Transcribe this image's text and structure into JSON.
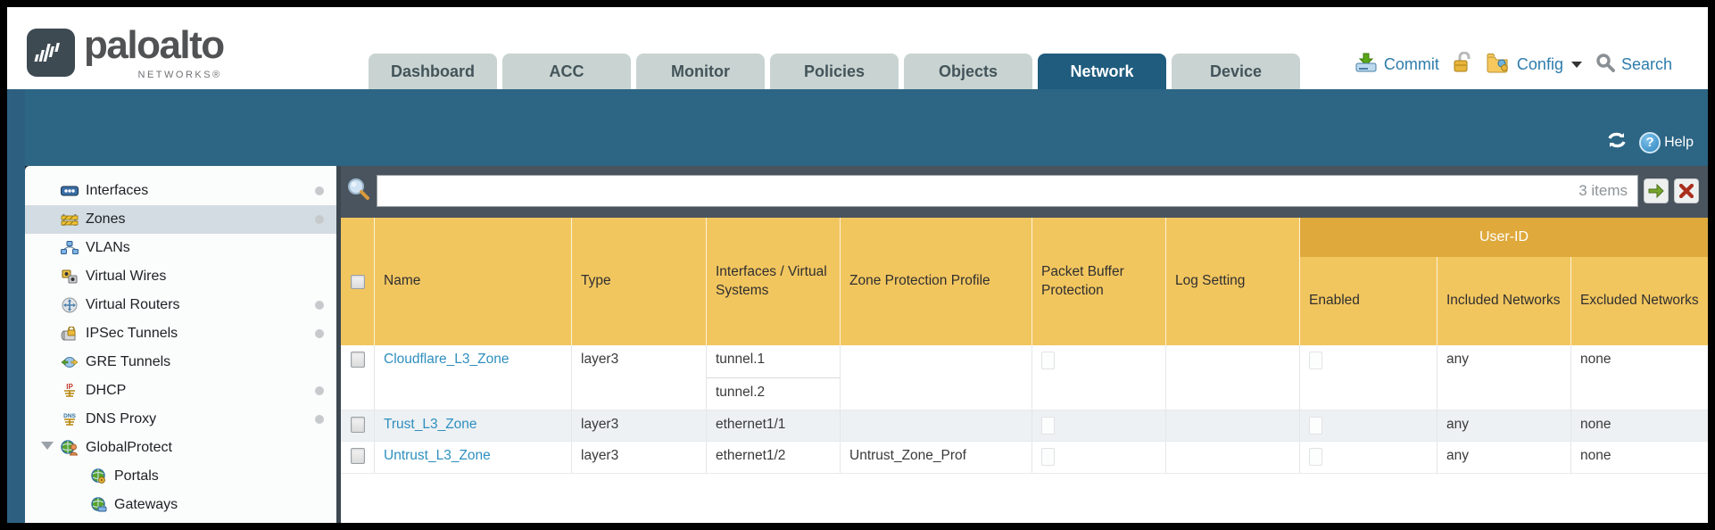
{
  "header": {
    "logo": {
      "brand": "paloalto",
      "sub": "NETWORKS®"
    },
    "tabs": [
      {
        "label": "Dashboard",
        "active": false
      },
      {
        "label": "ACC",
        "active": false
      },
      {
        "label": "Monitor",
        "active": false
      },
      {
        "label": "Policies",
        "active": false
      },
      {
        "label": "Objects",
        "active": false
      },
      {
        "label": "Network",
        "active": true
      },
      {
        "label": "Device",
        "active": false
      }
    ],
    "actions": {
      "commit": "Commit",
      "config": "Config",
      "search": "Search"
    }
  },
  "toolbar": {
    "help": "Help"
  },
  "sidebar": {
    "items": [
      {
        "label": "Interfaces",
        "selected": false,
        "dot": true
      },
      {
        "label": "Zones",
        "selected": true,
        "dot": true
      },
      {
        "label": "VLANs",
        "selected": false,
        "dot": false
      },
      {
        "label": "Virtual Wires",
        "selected": false,
        "dot": false
      },
      {
        "label": "Virtual Routers",
        "selected": false,
        "dot": true
      },
      {
        "label": "IPSec Tunnels",
        "selected": false,
        "dot": true
      },
      {
        "label": "GRE Tunnels",
        "selected": false,
        "dot": false
      },
      {
        "label": "DHCP",
        "selected": false,
        "dot": true
      },
      {
        "label": "DNS Proxy",
        "selected": false,
        "dot": true
      },
      {
        "label": "GlobalProtect",
        "selected": false,
        "dot": false,
        "expanded": true
      },
      {
        "label": "Portals",
        "selected": false,
        "dot": false,
        "indent": true
      },
      {
        "label": "Gateways",
        "selected": false,
        "dot": false,
        "indent": true
      }
    ]
  },
  "filter": {
    "value": "",
    "count": "3 items"
  },
  "table": {
    "user_id_header": "User-ID",
    "columns": {
      "name": "Name",
      "type": "Type",
      "interfaces": "Interfaces / Virtual Systems",
      "zone_protection_profile": "Zone Protection Profile",
      "packet_buffer_protection": "Packet Buffer Protection",
      "log_setting": "Log Setting",
      "enabled": "Enabled",
      "included_networks": "Included Networks",
      "excluded_networks": "Excluded Networks"
    },
    "rows": [
      {
        "name": "Cloudflare_L3_Zone",
        "type": "layer3",
        "interfaces": [
          "tunnel.1",
          "tunnel.2"
        ],
        "zone_protection_profile": "",
        "packet_buffer_protection": false,
        "log_setting": "",
        "enabled": false,
        "included_networks": "any",
        "excluded_networks": "none"
      },
      {
        "name": "Trust_L3_Zone",
        "type": "layer3",
        "interfaces": [
          "ethernet1/1"
        ],
        "zone_protection_profile": "",
        "packet_buffer_protection": false,
        "log_setting": "",
        "enabled": false,
        "included_networks": "any",
        "excluded_networks": "none"
      },
      {
        "name": "Untrust_L3_Zone",
        "type": "layer3",
        "interfaces": [
          "ethernet1/2"
        ],
        "zone_protection_profile": "Untrust_Zone_Prof",
        "packet_buffer_protection": false,
        "log_setting": "",
        "enabled": false,
        "included_networks": "any",
        "excluded_networks": "none"
      }
    ]
  },
  "colors": {
    "teal_band": "#2d6584",
    "tab_active": "#1f5c7e",
    "header_gold": "#f2c65f",
    "user_id_gold": "#dfa93c",
    "link_blue": "#2e8fbe",
    "filter_slate": "#4a545e",
    "selected_row": "#d2dce2"
  },
  "icons": [
    "paloalto-logo-icon",
    "commit-icon",
    "unlock-icon",
    "config-icon",
    "search-icon",
    "refresh-icon",
    "help-icon",
    "filter-search-icon",
    "apply-filter-arrow-icon",
    "clear-filter-x-icon"
  ]
}
